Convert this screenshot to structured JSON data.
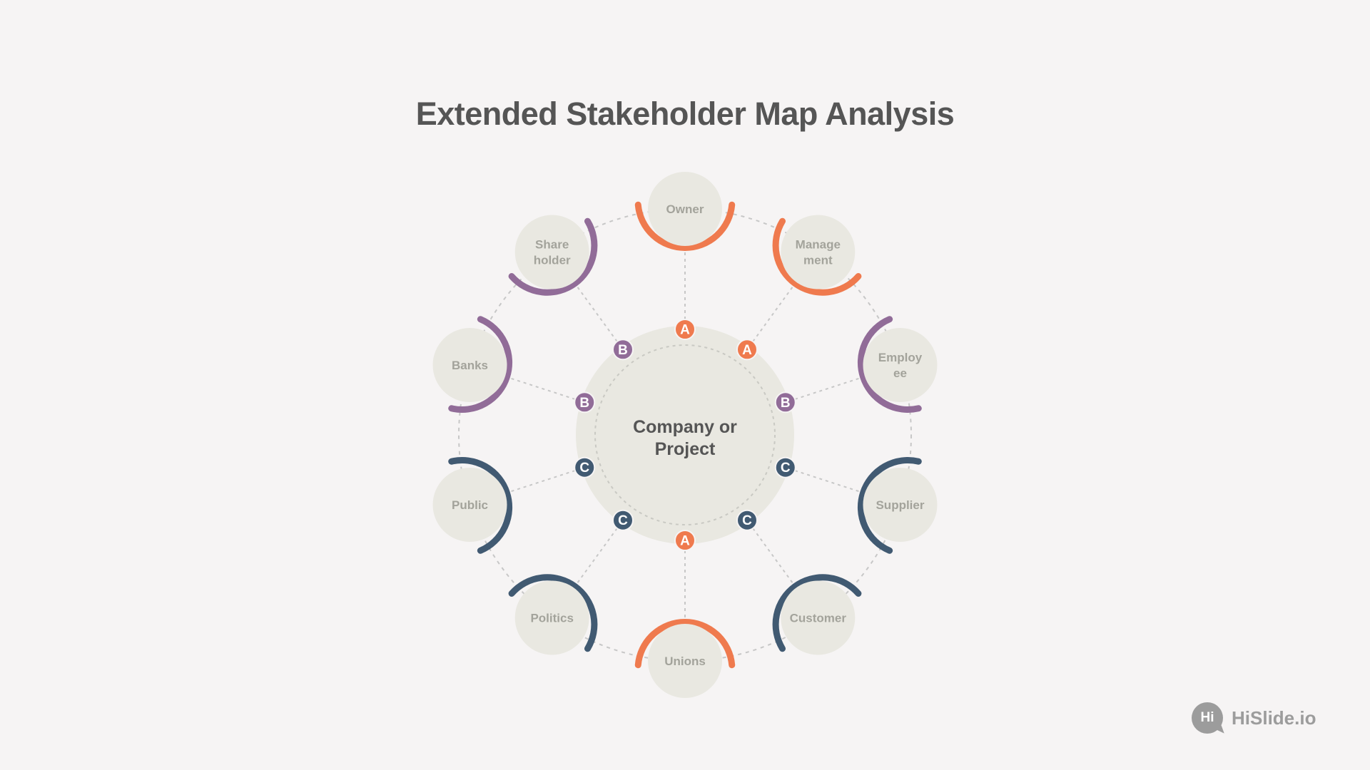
{
  "title": "Extended Stakeholder Map Analysis",
  "center_label": [
    "Company or",
    "Project"
  ],
  "colors": {
    "A": "#ef7a4e",
    "B": "#916c98",
    "C": "#415a72",
    "node_fill": "#e9e8e1",
    "node_text": "#a3a39b",
    "center_text": "#555555",
    "dash": "#c7c7c7"
  },
  "stakeholders": [
    {
      "label": [
        "Owner"
      ],
      "category": "A"
    },
    {
      "label": [
        "Manage",
        "ment"
      ],
      "category": "A"
    },
    {
      "label": [
        "Employ",
        "ee"
      ],
      "category": "B"
    },
    {
      "label": [
        "Supplier"
      ],
      "category": "C"
    },
    {
      "label": [
        "Customer"
      ],
      "category": "C"
    },
    {
      "label": [
        "Unions"
      ],
      "category": "A"
    },
    {
      "label": [
        "Politics"
      ],
      "category": "C"
    },
    {
      "label": [
        "Public"
      ],
      "category": "C"
    },
    {
      "label": [
        "Banks"
      ],
      "category": "B"
    },
    {
      "label": [
        "Share",
        "holder"
      ],
      "category": "B"
    }
  ],
  "logo": {
    "badge": "Hi",
    "text": "HiSlide.io",
    "icon": "speech-bubble-icon"
  }
}
